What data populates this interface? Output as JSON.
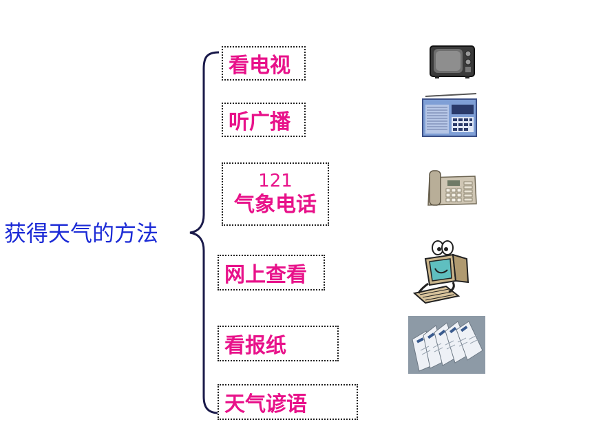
{
  "root": {
    "label": "获得天气的方法"
  },
  "methods": [
    {
      "label": "看电视",
      "icon": "tv-icon"
    },
    {
      "label": "听广播",
      "icon": "radio-icon"
    },
    {
      "label_line1": "121",
      "label_line2": "气象电话",
      "icon": "telephone-icon"
    },
    {
      "label": "网上查看",
      "icon": "computer-icon"
    },
    {
      "label": "看报纸",
      "icon": "newspaper-icon"
    },
    {
      "label": "天气谚语"
    }
  ],
  "colors": {
    "root_text": "#1c2bd6",
    "method_text": "#e8128a",
    "brace": "#1a1a4a"
  }
}
